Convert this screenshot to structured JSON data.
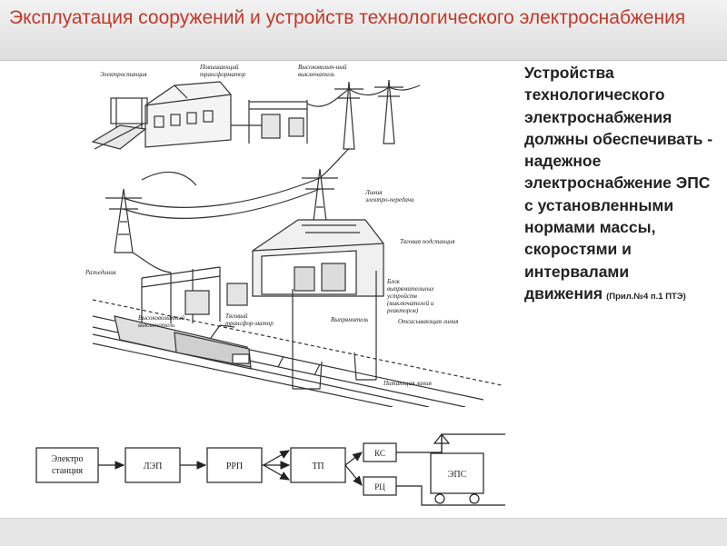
{
  "slide": {
    "title": "Эксплуатация сооружений и устройств технологического электроснабжения",
    "body_text": "Устройства технологического электроснабжения должны обеспечивать - надежное электроснабжение ЭПС с установленными нормами массы, скоростями и интервалами движения",
    "reference": "(Прил.№4 п.1 ПТЭ)"
  },
  "illustration_labels": {
    "power_station": "Электростанция",
    "step_up_transformer": "Повышающий трансформатор",
    "hv_switch_top": "Высоковольт-ный выключатель",
    "power_line": "Линия электро-передачи",
    "traction_substation": "Тяговая подстанция",
    "disconnector": "Разъединик",
    "rectifier_block": "Блок выпрямительных устройств (выключателей и реакторов)",
    "hv_switch_bottom": "Высоковольтный выключатель",
    "traction_transformer": "Тяговый трансфор-матор",
    "rectifier": "Выпрямитель",
    "suction_line": "Отсасывающая линия",
    "feed_line": "Питающая линия"
  },
  "flow_diagram": {
    "station": "Электро станция",
    "lep": "ЛЭП",
    "rrp": "РРП",
    "tp": "ТП",
    "ks": "КС",
    "rc": "РЦ",
    "eps": "ЭПС"
  },
  "colors": {
    "title": "#c0392b",
    "header_bg": "#e4e4e4",
    "text": "#222222",
    "drawing": "#333333"
  }
}
